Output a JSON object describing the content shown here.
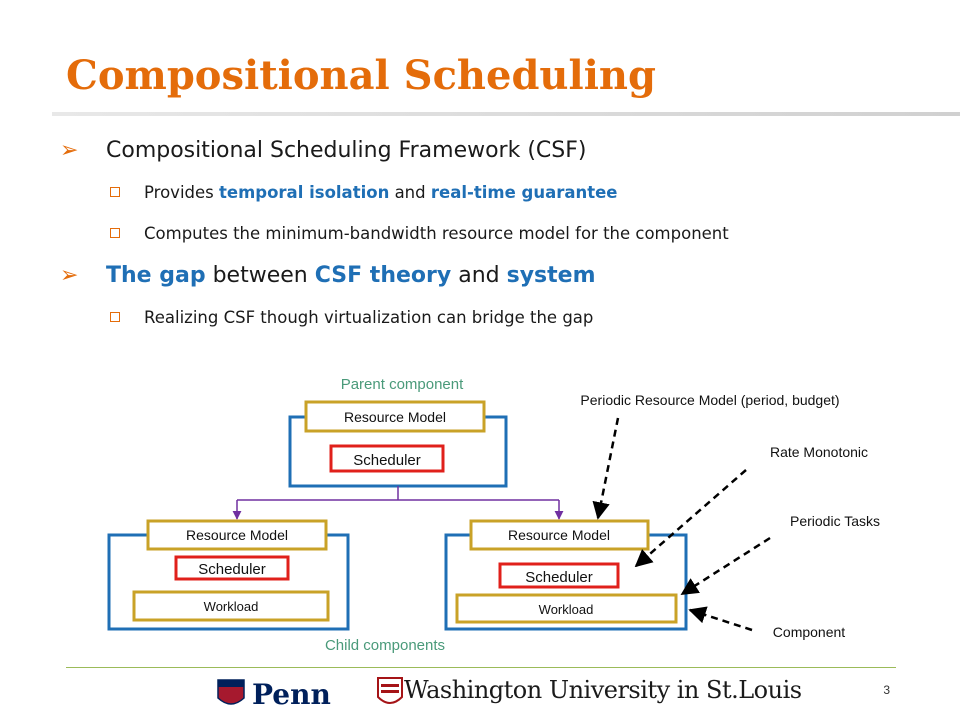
{
  "slide": {
    "title": "Compositional Scheduling",
    "bullets": {
      "b1": "Compositional Scheduling Framework (CSF)",
      "b1_sub1_pre": "Provides ",
      "b1_sub1_hl1": "temporal isolation",
      "b1_sub1_mid": " and ",
      "b1_sub1_hl2": "real-time guarantee",
      "b1_sub2": "Computes the minimum-bandwidth resource model for the component",
      "b2_hl1": "The gap",
      "b2_mid1": " between ",
      "b2_hl2": "CSF theory",
      "b2_mid2": " and ",
      "b2_hl3": "system",
      "b2_sub1": "Realizing CSF though virtualization can bridge the gap"
    },
    "diagram": {
      "parent_label": "Parent component",
      "child_label": "Child components",
      "resource_model": "Resource Model",
      "scheduler": "Scheduler",
      "workload": "Workload",
      "ann_prm": "Periodic Resource Model (period, budget)",
      "ann_rm": "Rate Monotonic",
      "ann_tasks": "Periodic Tasks",
      "ann_component": "Component"
    },
    "footer": {
      "penn": "Penn",
      "wustl": "Washington University in St.Louis",
      "page_number": "3"
    },
    "colors": {
      "title": "#e46c0a",
      "highlight": "#1f6fb5",
      "component_border": "#1f6fb5",
      "resource_model_border": "#c9a227",
      "scheduler_border": "#e0201b",
      "connector": "#7030a0",
      "label_green": "#4a9a7a"
    }
  }
}
